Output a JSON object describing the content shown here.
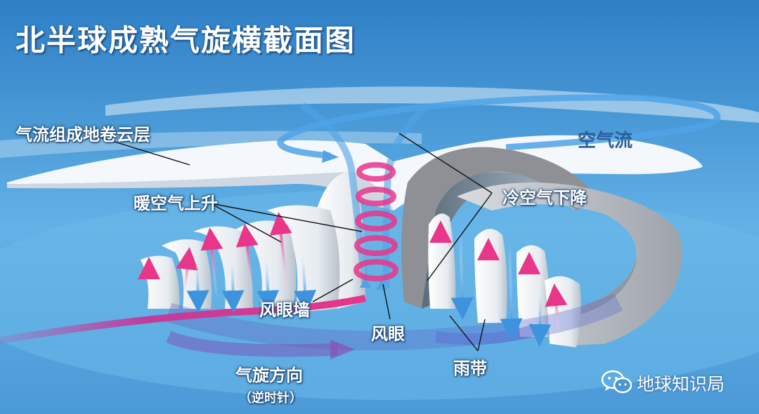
{
  "title": "北半球成熟气旋横截面图",
  "labels": {
    "cirrus_layer": "气流组成地卷云层",
    "airflow": "空气流",
    "warm_rising": "暖空气上升",
    "cold_sinking": "冷空气下降",
    "eyewall": "风眼墙",
    "eye": "风眼",
    "rainbands": "雨带",
    "direction": "气旋方向",
    "direction_note": "（逆时针）"
  },
  "watermark": "地球知识局",
  "colors": {
    "warm_arrow": "#e8368a",
    "cold_arrow": "#4fa3e6",
    "cloud": "#f4f8fc",
    "wall_shadow": "#7a7a7a"
  }
}
